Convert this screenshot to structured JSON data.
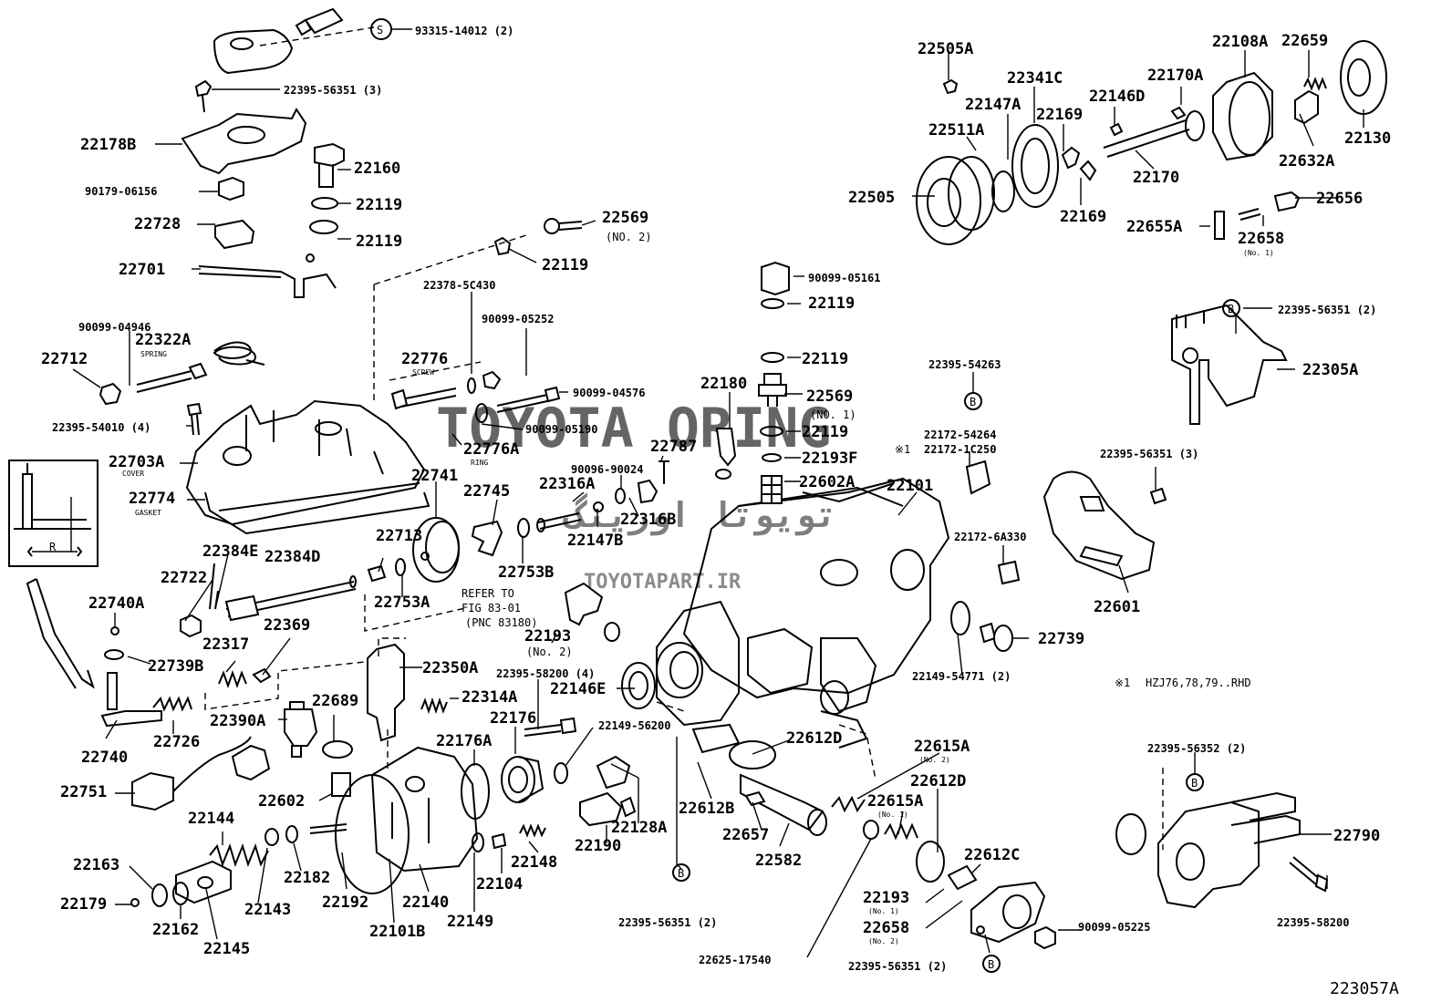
{
  "diagram_id": "223057A",
  "watermark": {
    "main": "TOYOTA ORING",
    "persian": "تویوتا اورینگ",
    "site": "TOYOTAPART.IR"
  },
  "callouts": {
    "c1": "93315-14012 (2)",
    "c2": "22395-56351 (3)",
    "c3": "22178B",
    "c4": "22160",
    "c5": "90179-06156",
    "c6": "22119",
    "c7": "22728",
    "c8": "22119",
    "c9": "22569",
    "c10": "(NO. 2)",
    "c11": "22701",
    "c12": "22119",
    "c13": "22378-5C430",
    "c14": "90099-05252",
    "c15": "90099-04946",
    "c16": "22322A",
    "c17": "22712",
    "c18": "22776",
    "c19": "90099-04576",
    "c20": "22395-54010 (4)",
    "c21": "90099-05190",
    "c22": "22776A",
    "c23": "22703A",
    "c24": "22774",
    "c25": "22741",
    "c26": "22745",
    "c27": "22316A",
    "c28": "22787",
    "c29": "90096-90024",
    "c30": "22316B",
    "c31": "22147B",
    "c32": "22384E",
    "c33": "22384D",
    "c34": "22713",
    "c35": "22753B",
    "c36": "22722",
    "c37": "22753A",
    "c38": "22740A",
    "c39": "22369",
    "c40": "22739B",
    "c41": "22317",
    "c42": "22193",
    "c43": "(No. 2)",
    "c44": "22395-58200 (4)",
    "c45": "22146E",
    "c46": "22350A",
    "c47": "22689",
    "c48": "22314A",
    "c49": "22390A",
    "c50": "22726",
    "c51": "22740",
    "c52": "22176",
    "c53": "22149-56200",
    "c54": "22176A",
    "c55": "22751",
    "c56": "22602",
    "c57": "22128A",
    "c58": "22190",
    "c59": "22144",
    "c60": "22163",
    "c61": "22179",
    "c62": "22162",
    "c63": "22145",
    "c64": "22143",
    "c65": "22182",
    "c66": "22192",
    "c67": "22101B",
    "c68": "22140",
    "c69": "22149",
    "c70": "22104",
    "c71": "22148",
    "c72": "22505A",
    "c73": "22341C",
    "c74": "22108A",
    "c75": "22659",
    "c76": "22170A",
    "c77": "22147A",
    "c78": "22146D",
    "c79": "22511A",
    "c80": "22169",
    "c81": "22130",
    "c82": "22632A",
    "c83": "22170",
    "c84": "22505",
    "c85": "22169",
    "c86": "22656",
    "c87": "22655A",
    "c88": "22658",
    "c89": "(No. 1)",
    "c90": "90099-05161",
    "c91": "22119",
    "c92": "22395-56351 (2)",
    "c93": "22305A",
    "c94": "22119",
    "c95": "22180",
    "c96": "22569",
    "c97": "(NO. 1)",
    "c98": "22119",
    "c99": "22193F",
    "c100": "22602A",
    "c101": "22395-54263",
    "c102": "22172-54264",
    "c103": "22172-1C250",
    "c104": "22395-56351 (3)",
    "c105": "22101",
    "c106": "22172-6A330",
    "c107": "22601",
    "c108": "22739",
    "c109": "22149-54771 (2)",
    "c110": "HZJ76,78,79..RHD",
    "c111": "22612D",
    "c112": "22612B",
    "c113": "22615A",
    "c114": "(No. 2)",
    "c115": "22612D",
    "c116": "22615A",
    "c117": "(No. 1)",
    "c118": "22657",
    "c119": "22582",
    "c120": "22612C",
    "c121": "22193",
    "c122": "(No. 1)",
    "c123": "22658",
    "c124": "(No. 2)",
    "c125": "90099-05225",
    "c126": "22395-56351 (2)",
    "c127": "22625-17540",
    "c128": "22395-56351 (2)",
    "c129": "22395-56352 (2)",
    "c130": "22790",
    "c131": "22395-58200"
  },
  "tags": {
    "spring": "SPRING",
    "screw": "SCREW",
    "ring": "RING",
    "cover": "COVER",
    "gasket": "GASKET",
    "refer1": "REFER TO",
    "refer2": "FIG 83-01",
    "refer3": "(PNC 83180)",
    "inset_r": "R",
    "note_mark": "※1",
    "s": "S",
    "b": "B"
  }
}
